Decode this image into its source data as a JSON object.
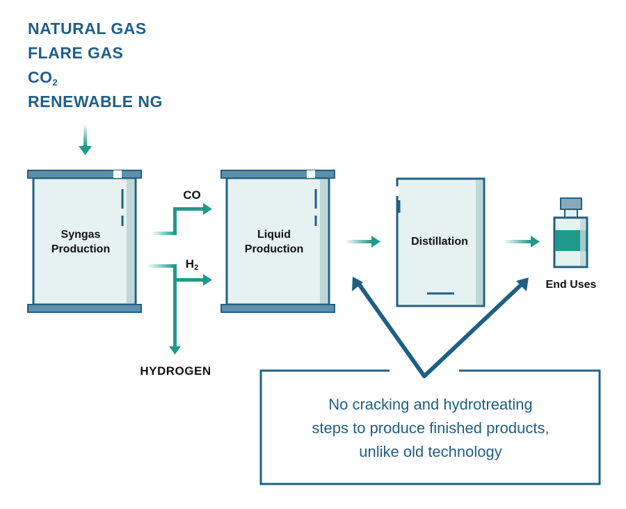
{
  "feedstocks": {
    "item1": "NATURAL GAS",
    "item2": "FLARE GAS",
    "item3_base": "CO",
    "item3_sub": "2",
    "item4": "RENEWABLE NG"
  },
  "stages": {
    "syngas_line1": "Syngas",
    "syngas_line2": "Production",
    "liquid_line1": "Liquid",
    "liquid_line2": "Production",
    "distillation": "Distillation",
    "end_uses": "End Uses"
  },
  "streams": {
    "co": "CO",
    "h2_base": "H",
    "h2_sub": "2",
    "hydrogen": "HYDROGEN"
  },
  "note": {
    "line1": "No cracking and hydrotreating",
    "line2": "steps to produce finished products,",
    "line3": "unlike old technology"
  },
  "colors": {
    "dark_blue": "#1f5f86",
    "teal": "#1f9a8a",
    "box_fill": "#e6f1f1",
    "box_shade": "#bfd7d7"
  }
}
